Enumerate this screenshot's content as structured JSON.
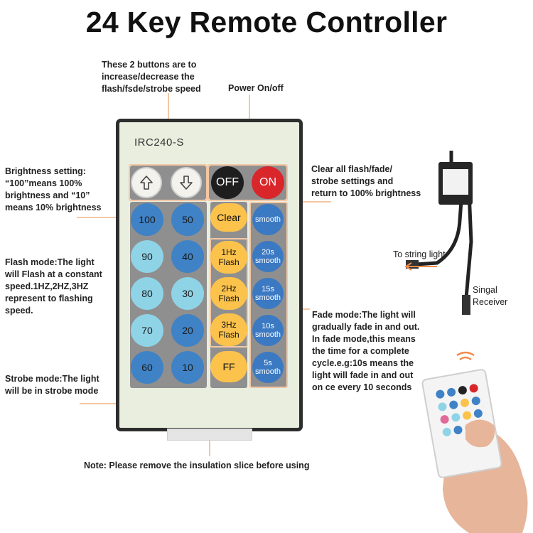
{
  "title": "24 Key Remote Controller",
  "remote": {
    "model": "IRC240-S",
    "up_icon": "up-arrow-icon",
    "down_icon": "down-arrow-icon",
    "off_label": "OFF",
    "on_label": "ON",
    "brightness_buttons": [
      "100",
      "50",
      "90",
      "40",
      "80",
      "30",
      "70",
      "20",
      "60",
      "10"
    ],
    "clear_label": "Clear",
    "flash_buttons": [
      "1Hz\nFlash",
      "2Hz\nFlash",
      "3Hz\nFlash"
    ],
    "ff_label": "FF",
    "smooth_buttons": [
      "smooth",
      "20s\nsmooth",
      "15s\nsmooth",
      "10s\nsmooth",
      "5s\nsmooth"
    ],
    "colors": {
      "blue": "#3f82c6",
      "light_blue": "#8fd3e6",
      "yellow": "#fbc24c",
      "red": "#d9262b",
      "body": "#e9eedf"
    }
  },
  "annotations": {
    "speed": "These 2 buttons are to\nincrease/decrease the\nflash/fsde/strobe speed",
    "power": "Power On/off",
    "brightness": "Brightness setting:\n“100”means 100%\nbrightness and “10”\nmeans 10% brightness",
    "clear": "Clear all flash/fade/\nstrobe settings and\nreturn to 100% brightness",
    "flash": "Flash mode:The light\nwill Flash at a constant\nspeed.1HZ,2HZ,3HZ\nrepresent to flashing\nspeed.",
    "fade": "Fade mode:The light will\ngradually fade in and out.\nIn fade mode,this means\nthe time for a complete\ncycle.e.g:10s means the\nlight will fade in and out\non ce every 10 seconds",
    "strobe": "Strobe mode:The light\nwill be in strobe mode",
    "note": "Note: Please remove the insulation slice before using",
    "to_string_light": "To string light",
    "receiver": "Singal\nReceiver"
  }
}
